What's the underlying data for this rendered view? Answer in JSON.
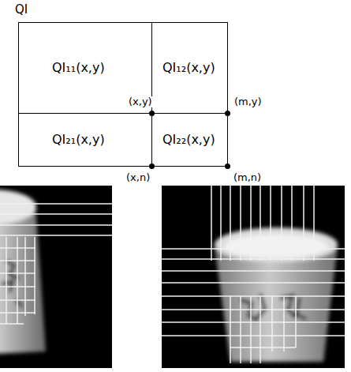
{
  "diagram": {
    "nodes": [
      {
        "text": [
          "QI"
        ]
      },
      {
        "text": [
          "QI₁₁(x,y)"
        ],
        "in": 0
      },
      {
        "text": [
          "QI₁₂(x,y)"
        ],
        "in": 0
      },
      {
        "text": [
          "QI₂₁(x,y)"
        ],
        "in": 0
      },
      {
        "text": [
          "QI₂₂(x,y)"
        ],
        "in": 0
      }
    ],
    "labels": [
      "(x,y)",
      "(m,y)",
      "(x,n)",
      "(m,n)"
    ]
  }
}
